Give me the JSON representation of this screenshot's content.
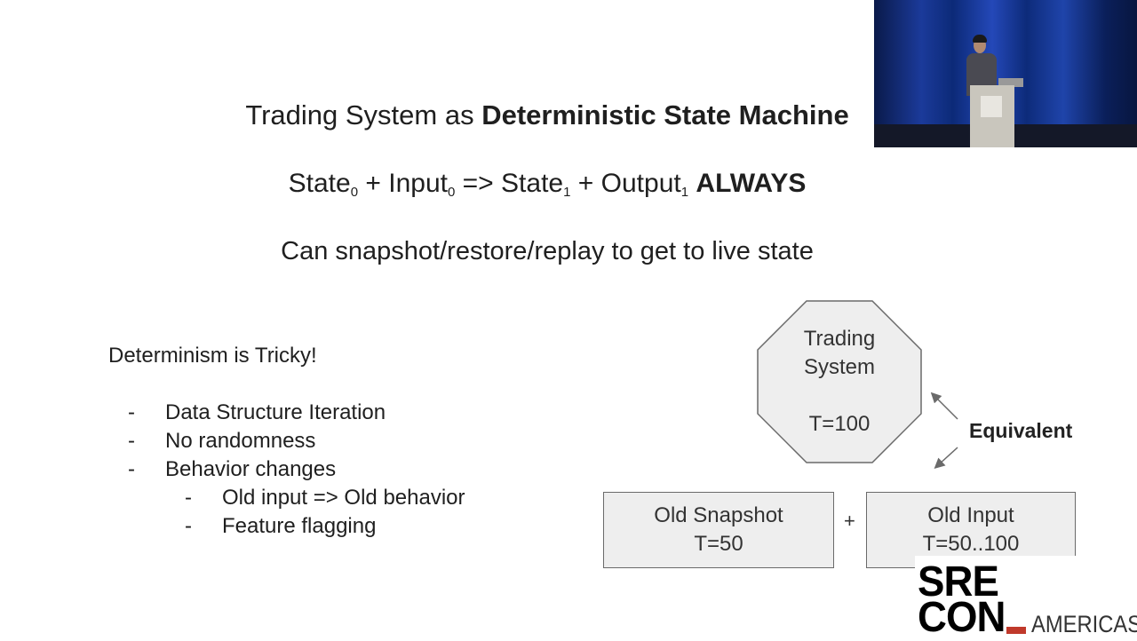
{
  "slide": {
    "title_prefix": "Trading System as ",
    "title_bold": "Deterministic State Machine",
    "equation": {
      "state0": "State",
      "state0_sub": "0",
      "plus1": " + ",
      "input0": "Input",
      "input0_sub": "0",
      "arrow": " => ",
      "state1": "State",
      "state1_sub": "1",
      "plus2": " + ",
      "output1": "Output",
      "output1_sub": "1",
      "always": "ALWAYS"
    },
    "subtitle": "Can snapshot/restore/replay to get to live state",
    "tricky_heading": "Determinism is Tricky!",
    "bullets": [
      {
        "dash": "-",
        "text": "Data Structure Iteration"
      },
      {
        "dash": "-",
        "text": "No randomness"
      },
      {
        "dash": "-",
        "text": "Behavior changes"
      },
      {
        "dash": "-",
        "text": "Old input => Old behavior"
      },
      {
        "dash": "-",
        "text": "Feature flagging"
      }
    ]
  },
  "diagram": {
    "octagon": {
      "line1": "Trading",
      "line2": "System",
      "time": "T=100"
    },
    "snapshot_box": {
      "line1": "Old Snapshot",
      "line2": "T=50"
    },
    "plus": "+",
    "input_box": {
      "line1": "Old Input",
      "line2": "T=50..100"
    },
    "equivalent": "Equivalent"
  },
  "logo": {
    "line1": "SRE",
    "line2": "CON",
    "region": "AMERICAS",
    "accent_color": "#c0392b"
  },
  "video_inset": {
    "shows": "speaker at podium"
  }
}
